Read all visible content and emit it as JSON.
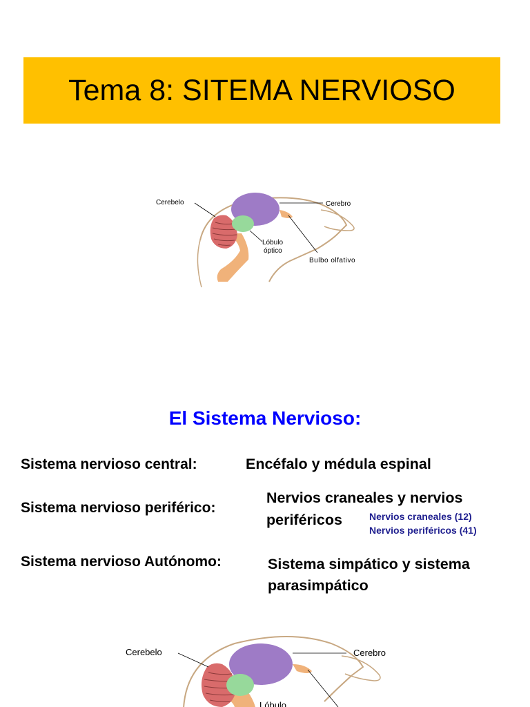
{
  "title": "Tema 8: SITEMA NERVIOSO",
  "colors": {
    "banner": "#FFC000",
    "heading": "#0000FF",
    "note": "#1F1F8F",
    "brain_cerebro": "#9E7BC6",
    "brain_lobulo": "#97D99B",
    "brain_cerebelo": "#D96B6B",
    "brain_stem": "#F0B27A",
    "outline": "#C8A882"
  },
  "figure_top": {
    "labels": {
      "cerebelo": "Cerebelo",
      "cerebro": "Cerebro",
      "lobulo_line1": "Lóbulo",
      "lobulo_line2": "óptico",
      "bulbo": "Bulbo olfativo"
    }
  },
  "figure_bottom": {
    "labels": {
      "cerebelo": "Cerebelo",
      "cerebro": "Cerebro",
      "lobulo": "Lóbulo"
    }
  },
  "section": {
    "heading": "El Sistema Nervioso:",
    "rows": [
      {
        "label": "Sistema nervioso central:",
        "value_lines": [
          "Encéfalo y médula espinal"
        ]
      },
      {
        "label": "Sistema nervioso periférico:",
        "value_lines": [
          "Nervios craneales y nervios",
          "periféricos"
        ],
        "notes": [
          "Nervios craneales (12)",
          "Nervios periféricos (41)"
        ]
      },
      {
        "label": "Sistema nervioso Autónomo:",
        "value_lines": [
          "Sistema simpático y sistema",
          "parasimpático"
        ]
      }
    ]
  }
}
